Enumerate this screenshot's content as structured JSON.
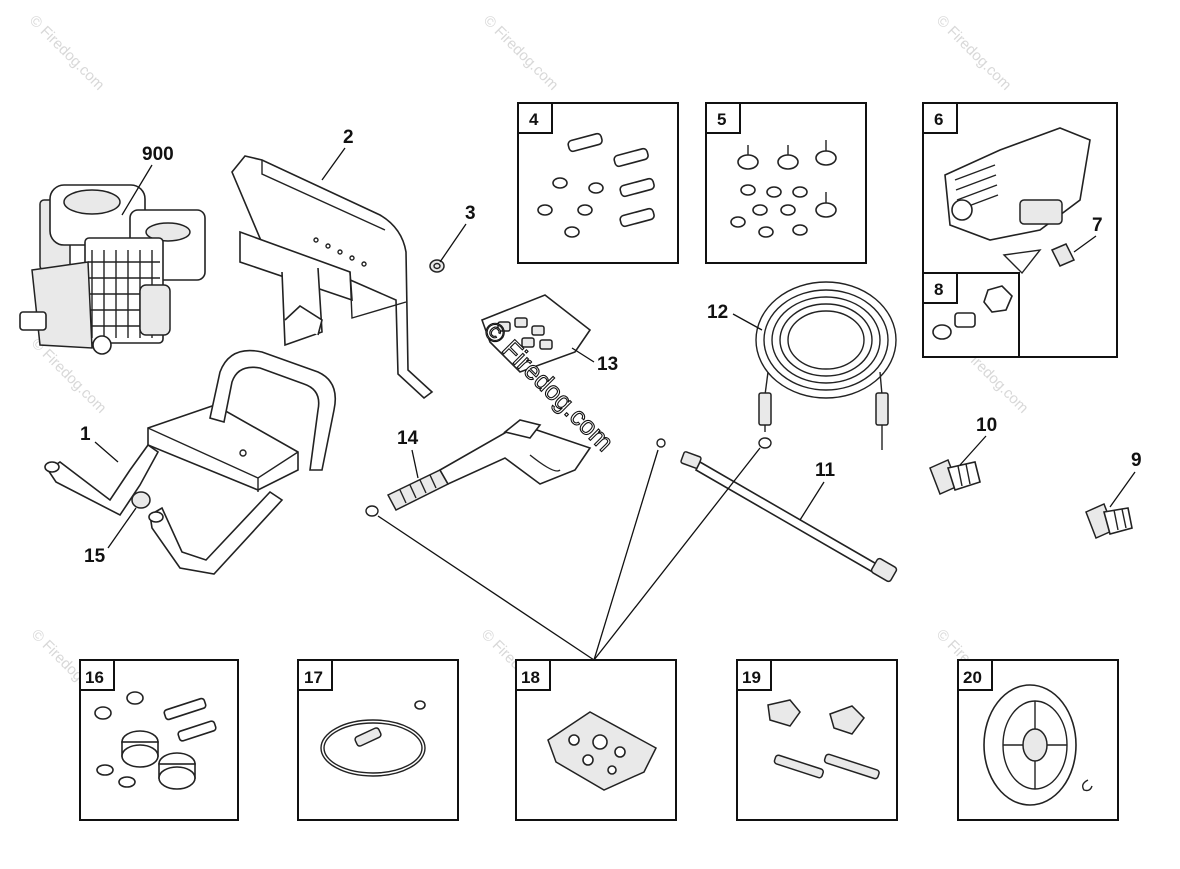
{
  "watermark": "© Firedog.com",
  "overlay_watermark": "© Firedog.com",
  "callouts": {
    "c900": "900",
    "c2": "2",
    "c3": "3",
    "c1": "1",
    "c15": "15",
    "c13": "13",
    "c14": "14",
    "c12": "12",
    "c11": "11",
    "c7": "7",
    "c10": "10",
    "c9": "9"
  },
  "boxes": {
    "b4": "4",
    "b5": "5",
    "b6": "6",
    "b8": "8",
    "b16": "16",
    "b17": "17",
    "b18": "18",
    "b19": "19",
    "b20": "20"
  }
}
